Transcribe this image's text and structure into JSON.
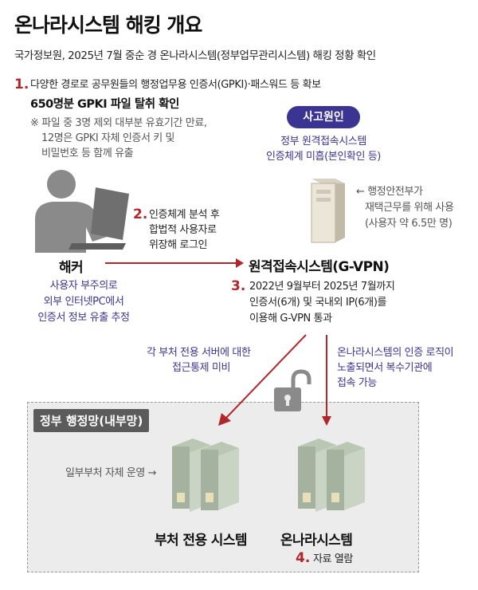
{
  "title": "온나라시스템 해킹 개요",
  "subtitle": "국가정보원, 2025년 7월 중순 경 온나라시스템(정부업무관리시스템) 해킹 정황 확인",
  "step1": {
    "num": "1.",
    "text": "다양한 경로로 공무원들의 행정업무용 인증서(GPKI)·패스워드 등 확보",
    "highlight": "650명분 GPKI 파일 탈취 확인",
    "note1": "※ 파일 중 3명 제외 대부분 유효기간 만료,",
    "note2": "12명은 GPKI 자체 인증서 키 및",
    "note3": "비밀번호 등 함께 유출"
  },
  "cause": {
    "badge": "사고원인",
    "line1": "정부 원격접속시스템",
    "line2": "인증체계 미흡(본인확인 등)"
  },
  "server_note": {
    "line1": "← 행정안전부가",
    "line2": "재택근무를 위해 사용",
    "line3": "(사용자 약 6.5만 명)"
  },
  "step2": {
    "num": "2.",
    "line1": "인증체계 분석 후",
    "line2": "합법적 사용자로",
    "line3": "위장해 로그인"
  },
  "hacker": {
    "label": "해커",
    "line1": "사용자 부주의로",
    "line2": "외부 인터넷PC에서",
    "line3": "인증서 정보 유출 추정"
  },
  "gvpn": {
    "label": "원격접속시스템(G-VPN)"
  },
  "step3": {
    "num": "3.",
    "line1": "2022년 9월부터 2025년 7월까지",
    "line2": "인증서(6개) 및 국내외 IP(6개)를",
    "line3": "이용해 G-VPN 통과"
  },
  "left_arrow_note": {
    "line1": "각 부처 전용 서버에 대한",
    "line2": "접근통제 미비"
  },
  "right_arrow_note": {
    "line1": "온나라시스템의 인증 로직이",
    "line2": "노출되면서 복수기관에",
    "line3": "접속 가능"
  },
  "zone": {
    "label": "정부 행정망(내부망)",
    "own_operation": "일부부처 자체 운영 →",
    "dept_system": "부처 전용 시스템",
    "onnara_system": "온나라시스템"
  },
  "step4": {
    "num": "4.",
    "text": "자료 열람"
  },
  "colors": {
    "accent_red": "#b1262b",
    "purple": "#3b3493",
    "zone_bg": "#ececec"
  }
}
